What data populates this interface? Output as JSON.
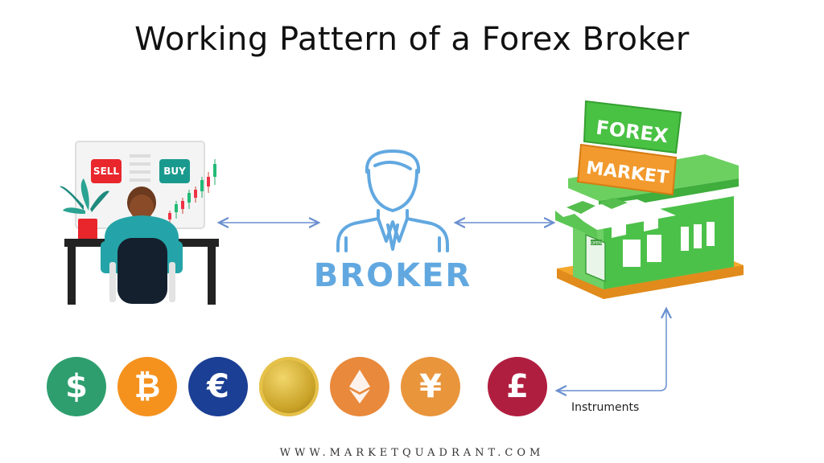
{
  "title": "Working Pattern of a Forex Broker",
  "trader": {
    "sell_label": "SELL",
    "buy_label": "BUY"
  },
  "broker": {
    "label": "BROKER"
  },
  "market": {
    "sign_top": "FOREX",
    "sign_bottom": "MARKET",
    "door_sign": "OPEN"
  },
  "instruments_label": "Instruments",
  "footer": "WWW.MARKETQUADRANT.COM",
  "coins": [
    {
      "name": "dollar",
      "symbol": "$",
      "color": "#2e9e6e"
    },
    {
      "name": "bitcoin",
      "symbol": "₿",
      "color": "#f5921e"
    },
    {
      "name": "euro",
      "symbol": "€",
      "color": "#1b3f94"
    },
    {
      "name": "gold",
      "symbol": "",
      "color": "#c9a227"
    },
    {
      "name": "ethereum",
      "symbol": "",
      "color": "#e9893c"
    },
    {
      "name": "yen",
      "symbol": "¥",
      "color": "#e9953c"
    },
    {
      "name": "pound",
      "symbol": "£",
      "color": "#b01e3f"
    }
  ]
}
